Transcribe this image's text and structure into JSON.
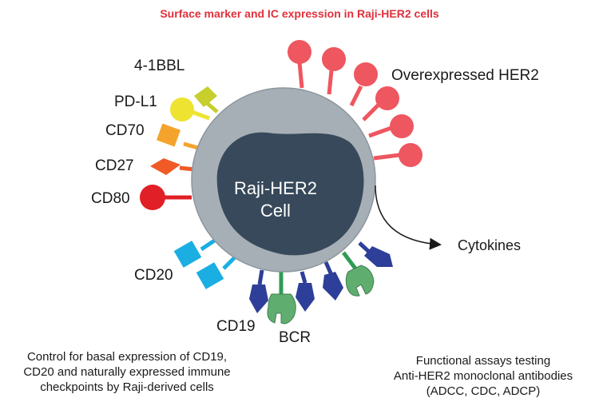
{
  "title": "Surface marker and IC expression in Raji-HER2 cells",
  "colors": {
    "title": "#e0303b",
    "membrane": "#a7afb6",
    "nucleus": "#37495a",
    "her2": "#ee5660",
    "cd80": "#e01f26",
    "cd27": "#ef5a26",
    "cd70": "#f4a42c",
    "pdl1": "#eee330",
    "four1bbl": "#c6cf2c",
    "cd20": "#1aaee3",
    "cd19": "#2e3f9a",
    "bcr_stem": "#2f9b55",
    "bcr_arm": "#5fae6f"
  },
  "cell": {
    "line1": "Raji-HER2",
    "line2": "Cell"
  },
  "labels": {
    "four1bbl": "4-1BBL",
    "pdl1": "PD-L1",
    "cd70": "CD70",
    "cd27": "CD27",
    "cd80": "CD80",
    "cd20": "CD20",
    "cd19": "CD19",
    "bcr": "BCR",
    "her2": "Overexpressed HER2",
    "cytokines": "Cytokines"
  },
  "notes": {
    "left": [
      "Control for basal expression of CD19,",
      "CD20 and naturally expressed immune",
      "checkpoints by Raji-derived cells"
    ],
    "right": [
      "Functional assays testing",
      "Anti-HER2 monoclonal antibodies",
      "(ADCC, CDC, ADCP)"
    ]
  },
  "icons": [
    "her2-receptor-icon",
    "cd80-icon",
    "cd27-icon",
    "cd70-icon",
    "pdl1-icon",
    "4-1bbl-icon",
    "cd20-icon",
    "cd19-icon",
    "bcr-icon",
    "cytokine-arrow-icon"
  ]
}
